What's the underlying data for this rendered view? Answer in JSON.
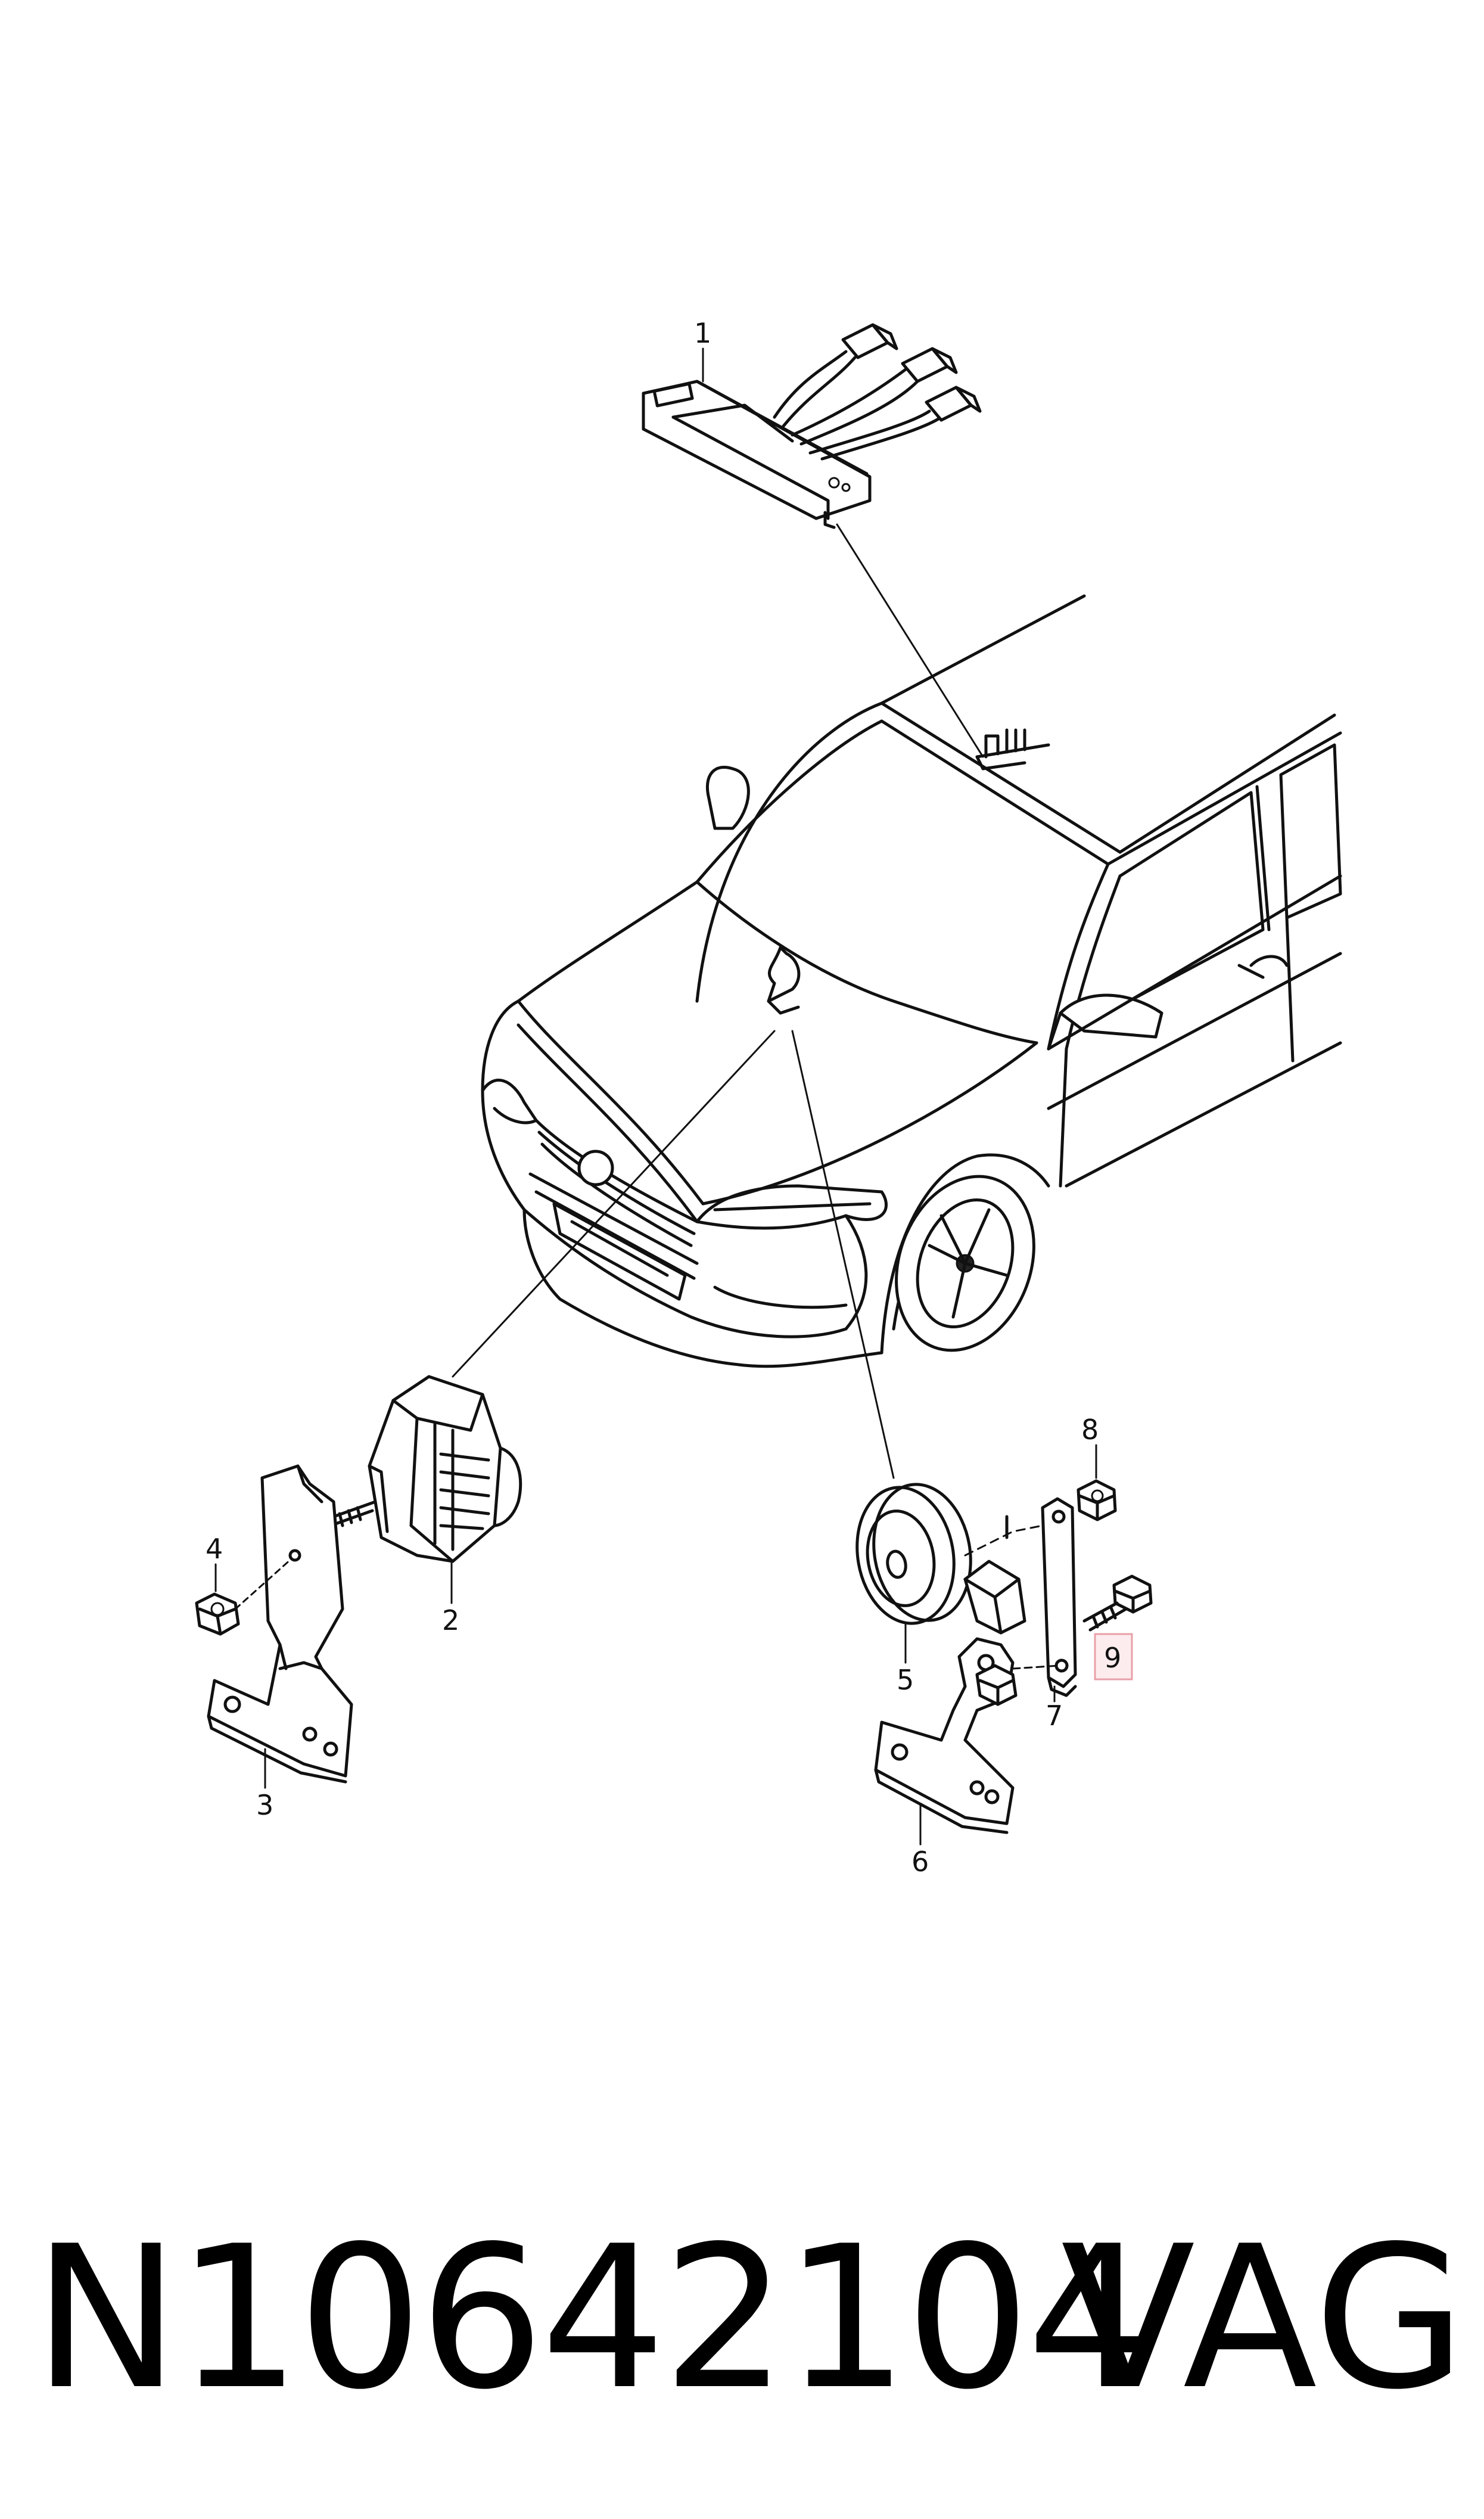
{
  "callouts": [
    {
      "id": "1",
      "label": "1"
    },
    {
      "id": "2",
      "label": "2"
    },
    {
      "id": "3",
      "label": "3"
    },
    {
      "id": "4",
      "label": "4"
    },
    {
      "id": "5",
      "label": "5"
    },
    {
      "id": "6",
      "label": "6"
    },
    {
      "id": "7",
      "label": "7"
    },
    {
      "id": "8",
      "label": "8"
    },
    {
      "id": "9",
      "label": "9"
    }
  ],
  "highlight": {
    "callout": "9",
    "color": "#e8a0a8"
  },
  "footer": {
    "part_number": "N10642104",
    "brand": "VAG"
  },
  "colors": {
    "line": "#111111",
    "background": "#ffffff"
  }
}
